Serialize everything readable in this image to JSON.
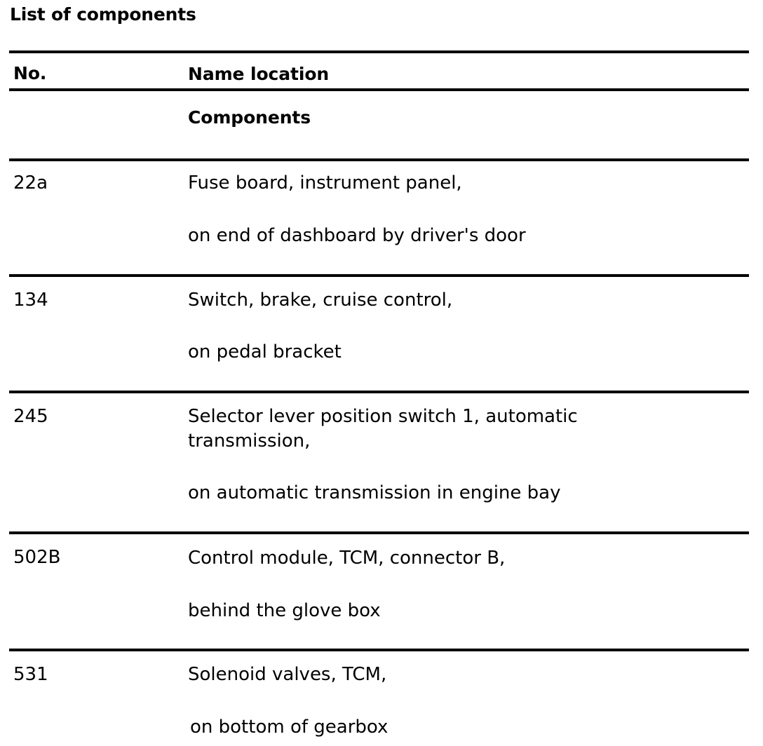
{
  "document": {
    "title": "List of components"
  },
  "table": {
    "columns": [
      {
        "key": "no",
        "header": "No."
      },
      {
        "key": "name_location",
        "header": "Name location",
        "subheader": "Components"
      }
    ],
    "rows": [
      {
        "no": "22a",
        "name": "Fuse board, instrument panel,",
        "location": "on end of dashboard by driver's door"
      },
      {
        "no": "134",
        "name": "Switch, brake, cruise control,",
        "location": "on pedal bracket"
      },
      {
        "no": "245",
        "name": "Selector lever position switch 1, automatic transmission,",
        "location": "on automatic transmission in engine bay"
      },
      {
        "no": "502B",
        "name": "Control module, TCM, connector B,",
        "location": "behind the glove box"
      },
      {
        "no": "531",
        "name": "Solenoid valves, TCM,",
        "location": "on bottom of gearbox"
      }
    ]
  },
  "style": {
    "text_color": "#000000",
    "background_color": "#ffffff",
    "rule_color": "#000000"
  }
}
